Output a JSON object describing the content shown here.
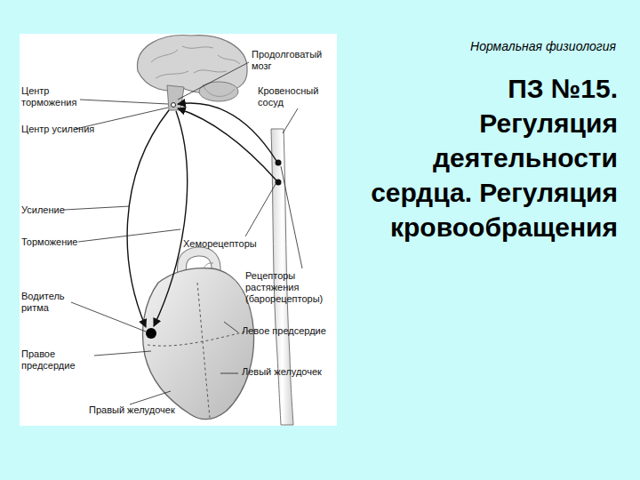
{
  "diagram": {
    "title": "ПЗ №15. Регуляция деятельности сердца. Регуляция кровообращения",
    "labels": [
      "Нормальная физиология",
      "Продолговатый мозг",
      "Центр торможения",
      "Кровеносный сосуд",
      "Центр усиления",
      "Усиление",
      "Торможение",
      "Хеморецепторы",
      "Рецепторы растяжения (барорецепторы)",
      "Водитель ритма",
      "Левое предсердие",
      "Правое предсердие",
      "Левый желудочек",
      "Правый желудочек"
    ]
  }
}
